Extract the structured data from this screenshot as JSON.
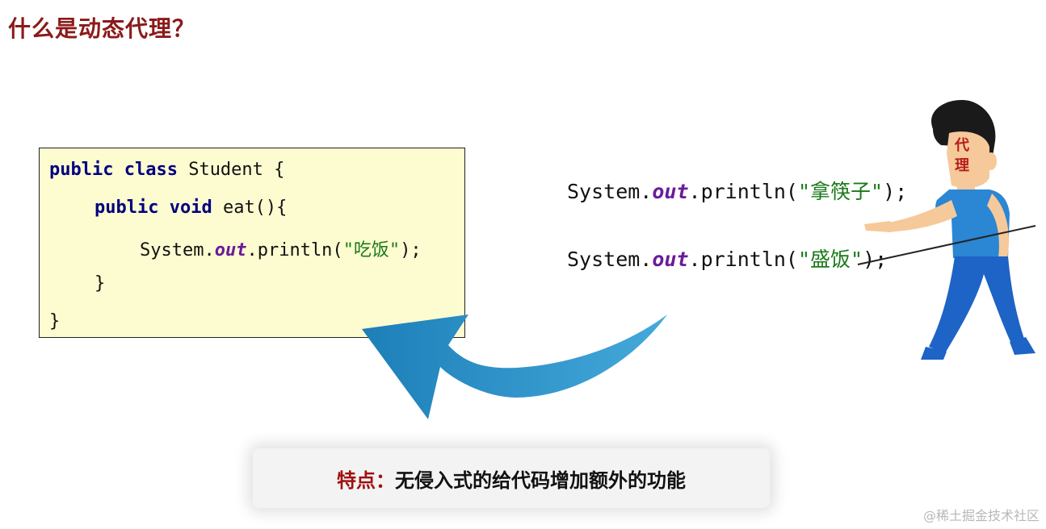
{
  "title": "什么是动态代理？",
  "code_block": {
    "line1_kw": "public class",
    "line1_rest": " Student {",
    "line2_kw": "public void",
    "line2_rest": " eat(){",
    "line3_prefix": "System.",
    "line3_field": "out",
    "line3_mid": ".println(",
    "line3_str": "\"吃饭\"",
    "line3_end": ");",
    "line4": "}",
    "line5": "}"
  },
  "proxy_code": {
    "line1": {
      "prefix": "System.",
      "field": "out",
      "mid": ".println(",
      "str": "\"拿筷子\"",
      "end": ");"
    },
    "line2": {
      "prefix": "System.",
      "field": "out",
      "mid": ".println(",
      "str": "\"盛饭\"",
      "end": ");"
    }
  },
  "proxy_figure_label": "代理",
  "feature": {
    "key": "特点：",
    "text": "无侵入式的给代码增加额外的功能"
  },
  "watermark": "@稀土掘金技术社区",
  "colors": {
    "title": "#8b1a1a",
    "arrow": "#2a8fc4",
    "string": "#1a7a1a",
    "keyword": "#00007f",
    "field": "#6a1b9a",
    "code_bg": "#fdfbd0"
  }
}
